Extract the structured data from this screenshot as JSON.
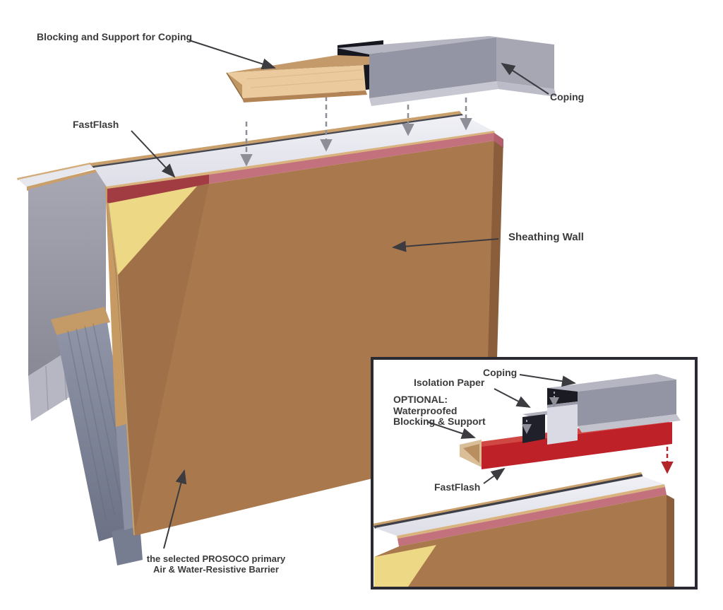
{
  "figure": {
    "type": "construction-detail-illustration",
    "subject": "Parapet wall coping and FastFlash flashing assembly"
  },
  "labels": {
    "blocking_support": "Blocking and Support for Coping",
    "coping": "Coping",
    "fastflash": "FastFlash",
    "sheathing_wall": "Sheathing Wall",
    "barrier_line1": "the selected PROSOCO primary",
    "barrier_line2": "Air & Water-Resistive Barrier"
  },
  "inset": {
    "coping": "Coping",
    "isolation_paper": "Isolation Paper",
    "optional_line1": "OPTIONAL:",
    "optional_line2": "Waterproofed",
    "optional_line3": "Blocking & Support",
    "fastflash": "FastFlash"
  },
  "colors": {
    "fastflash_red": "#BE2127",
    "fastflash_red_top": "#D14744",
    "flashing_pink": "#C4717E",
    "flashing_dark_red": "#A23C43",
    "wall_brown": "#A9784C",
    "sheathing_yellow": "#EDD885",
    "coping_gray": "#9495A4",
    "coping_top_gray": "#B5B6C1",
    "wood_light": "#EBCB9D",
    "wood_tan": "#C59A6A",
    "label_text": "#3B3B3E",
    "inset_border": "#2A2A32"
  }
}
